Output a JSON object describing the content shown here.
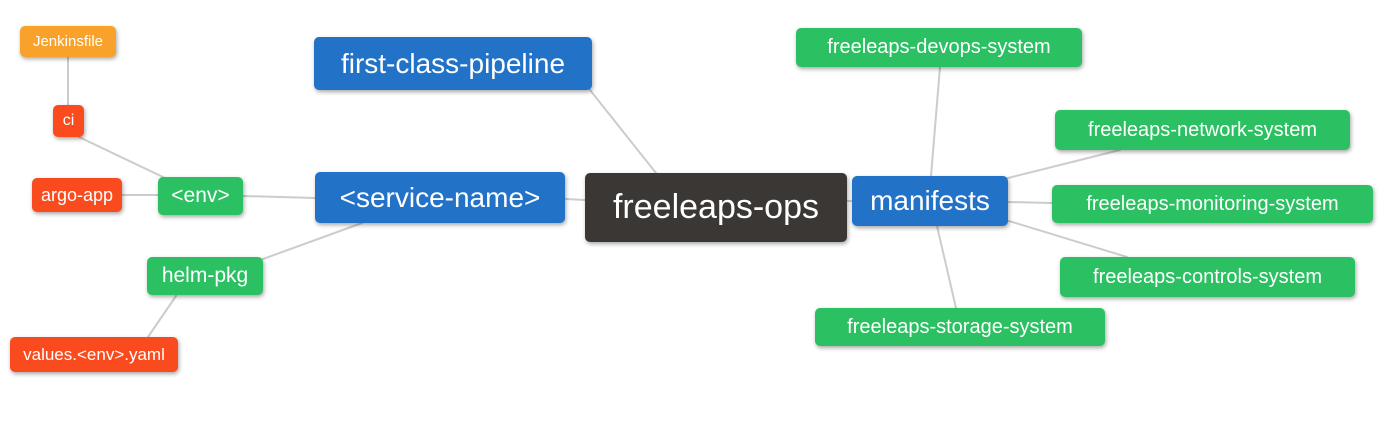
{
  "diagram": {
    "title": "freeleaps-ops mind map",
    "background_color": "#ffffff",
    "edge_color": "#cccccc",
    "palette": {
      "root_dark": "#3b3734",
      "branch_blue": "#2272c8",
      "leaf_green": "#2bc162",
      "leaf_red": "#fa4b1e",
      "leaf_orange": "#f8a22c",
      "text_white": "#ffffff"
    },
    "nodes": [
      {
        "id": "freeleaps-ops",
        "label": "freeleaps-ops",
        "level": "root",
        "color": "#3b3734"
      },
      {
        "id": "first-class-pipeline",
        "label": "first-class-pipeline",
        "level": "branch",
        "color": "#2272c8"
      },
      {
        "id": "service-name",
        "label": "<service-name>",
        "level": "branch",
        "color": "#2272c8"
      },
      {
        "id": "manifests",
        "label": "manifests",
        "level": "branch",
        "color": "#2272c8"
      },
      {
        "id": "env",
        "label": "<env>",
        "level": "sub",
        "color": "#2bc162"
      },
      {
        "id": "helm-pkg",
        "label": "helm-pkg",
        "level": "sub",
        "color": "#2bc162"
      },
      {
        "id": "ci",
        "label": "ci",
        "level": "leaf",
        "color": "#fa4b1e"
      },
      {
        "id": "argo-app",
        "label": "argo-app",
        "level": "leaf",
        "color": "#fa4b1e"
      },
      {
        "id": "jenkinsfile",
        "label": "Jenkinsfile",
        "level": "leaf",
        "color": "#f8a22c"
      },
      {
        "id": "values-env-yaml",
        "label": "values.<env>.yaml",
        "level": "leaf",
        "color": "#fa4b1e"
      },
      {
        "id": "devops-system",
        "label": "freeleaps-devops-system",
        "level": "sub",
        "color": "#2bc162"
      },
      {
        "id": "network-system",
        "label": "freeleaps-network-system",
        "level": "sub",
        "color": "#2bc162"
      },
      {
        "id": "monitoring-system",
        "label": "freeleaps-monitoring-system",
        "level": "sub",
        "color": "#2bc162"
      },
      {
        "id": "controls-system",
        "label": "freeleaps-controls-system",
        "level": "sub",
        "color": "#2bc162"
      },
      {
        "id": "storage-system",
        "label": "freeleaps-storage-system",
        "level": "sub",
        "color": "#2bc162"
      }
    ],
    "edges": [
      {
        "from": "jenkinsfile",
        "to": "ci"
      },
      {
        "from": "ci",
        "to": "env"
      },
      {
        "from": "argo-app",
        "to": "env"
      },
      {
        "from": "env",
        "to": "service-name"
      },
      {
        "from": "helm-pkg",
        "to": "service-name"
      },
      {
        "from": "helm-pkg",
        "to": "values-env-yaml"
      },
      {
        "from": "first-class-pipeline",
        "to": "freeleaps-ops"
      },
      {
        "from": "service-name",
        "to": "freeleaps-ops"
      },
      {
        "from": "freeleaps-ops",
        "to": "manifests"
      },
      {
        "from": "manifests",
        "to": "devops-system"
      },
      {
        "from": "manifests",
        "to": "network-system"
      },
      {
        "from": "manifests",
        "to": "monitoring-system"
      },
      {
        "from": "manifests",
        "to": "controls-system"
      },
      {
        "from": "manifests",
        "to": "storage-system"
      }
    ]
  }
}
